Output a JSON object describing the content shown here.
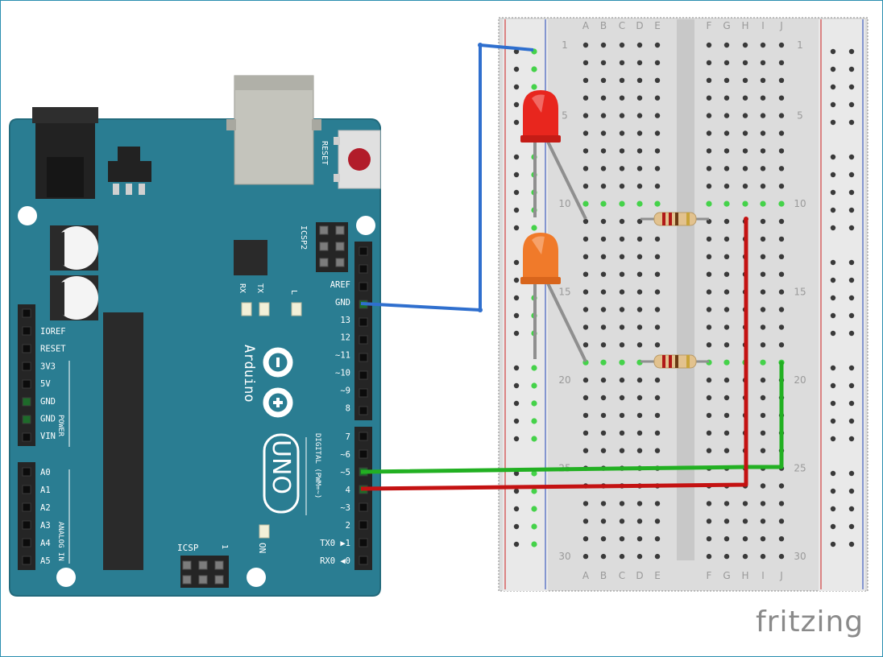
{
  "brand": {
    "watermark": "fritzing"
  },
  "arduino": {
    "logo": "Arduino",
    "model": "UNO",
    "reset_label": "RESET",
    "icsp2_label": "ICSP2",
    "icsp_label": "ICSP",
    "icsp_pin1": "1",
    "led_labels": {
      "rx": "RX",
      "tx": "TX",
      "l": "L",
      "on": "ON"
    },
    "power_section": "POWER",
    "analog_section": "ANALOG IN",
    "digital_section": "DIGITAL (PWM=~)",
    "power_pins": [
      "IOREF",
      "RESET",
      "3V3",
      "5V",
      "GND",
      "GND",
      "VIN"
    ],
    "analog_pins": [
      "A0",
      "A1",
      "A2",
      "A3",
      "A4",
      "A5"
    ],
    "header_top_pins": [
      "AREF",
      "GND",
      "13",
      "12",
      "~11",
      "~10",
      "~9",
      "8"
    ],
    "header_bottom_pins": [
      "7",
      "~6",
      "~5",
      "4",
      "~3",
      "2",
      "TX0 ▶1",
      "RX0 ◀0"
    ]
  },
  "breadboard": {
    "columns_left": [
      "A",
      "B",
      "C",
      "D",
      "E"
    ],
    "columns_right": [
      "F",
      "G",
      "H",
      "I",
      "J"
    ],
    "row_numbers": [
      "1",
      "5",
      "10",
      "15",
      "20",
      "25",
      "30"
    ]
  },
  "components": {
    "led_top_color": "#e8261e",
    "led_bottom_color": "#f07a2a",
    "wire_blue": "#2f6fce",
    "wire_green": "#22b022",
    "wire_red": "#c41212",
    "board_color": "#2a7d92"
  }
}
